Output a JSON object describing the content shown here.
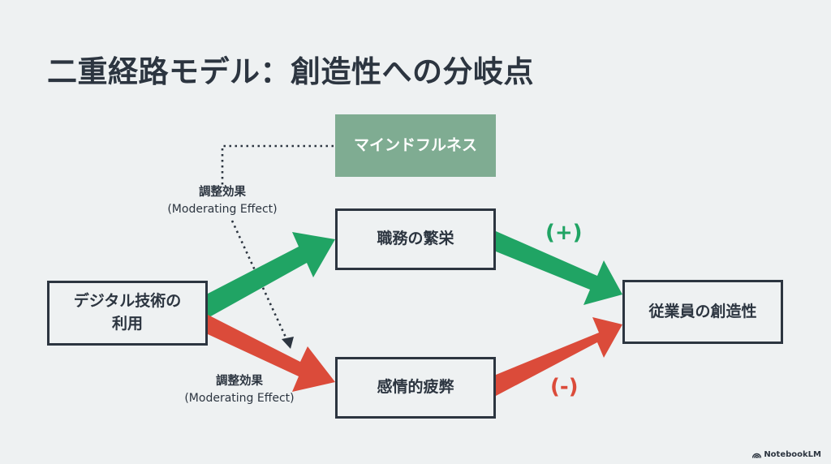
{
  "title": "二重経路モデル：創造性への分岐点",
  "nodes": {
    "moderator": "マインドフルネス",
    "source": "デジタル技術の\n利用",
    "source_line1": "デジタル技術の",
    "source_line2": "利用",
    "positive_mediator": "職務の繁栄",
    "negative_mediator": "感情的疲弊",
    "outcome": "従業員の創造性"
  },
  "labels": {
    "moderating_top_jp": "調整効果",
    "moderating_top_en": "(Moderating Effect)",
    "moderating_bottom_jp": "調整効果",
    "moderating_bottom_en": "(Moderating Effect)",
    "positive_sign": "(+)",
    "negative_sign": "(-)"
  },
  "colors": {
    "positive": "#20a464",
    "negative": "#db4b3a",
    "moderator_fill": "#7fac92",
    "ink": "#2c3540",
    "background": "#eef1f2"
  },
  "edges": [
    {
      "from": "source",
      "to": "positive_mediator",
      "polarity": "positive"
    },
    {
      "from": "source",
      "to": "negative_mediator",
      "polarity": "negative"
    },
    {
      "from": "positive_mediator",
      "to": "outcome",
      "polarity": "positive"
    },
    {
      "from": "negative_mediator",
      "to": "outcome",
      "polarity": "negative"
    },
    {
      "from": "moderator",
      "to": "source→negative_mediator",
      "style": "dotted",
      "label": "調整効果 (Moderating Effect)"
    }
  ],
  "branding": "NotebookLM"
}
